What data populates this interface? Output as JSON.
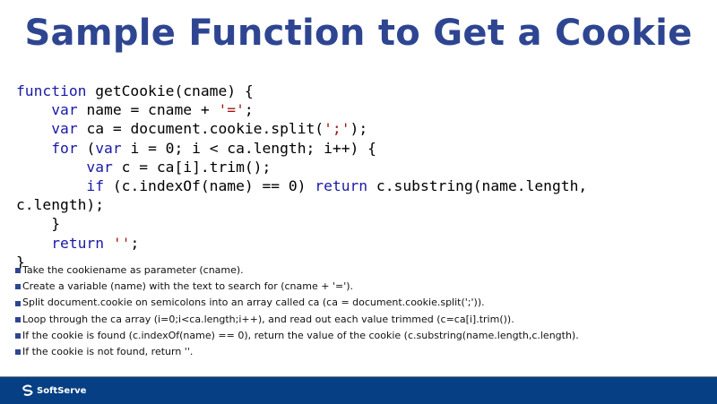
{
  "slide": {
    "title": "Sample Function to Get a Cookie"
  },
  "code": {
    "lines": [
      [
        {
          "t": "function",
          "c": "kw"
        },
        {
          "t": " getCookie(cname) {",
          "c": ""
        }
      ],
      [
        {
          "t": "    ",
          "c": ""
        },
        {
          "t": "var",
          "c": "kw"
        },
        {
          "t": " name = cname + ",
          "c": ""
        },
        {
          "t": "'='",
          "c": "str"
        },
        {
          "t": ";",
          "c": ""
        }
      ],
      [
        {
          "t": "    ",
          "c": ""
        },
        {
          "t": "var",
          "c": "kw"
        },
        {
          "t": " ca = document.cookie.split(",
          "c": ""
        },
        {
          "t": "';'",
          "c": "str"
        },
        {
          "t": ");",
          "c": ""
        }
      ],
      [
        {
          "t": "    ",
          "c": ""
        },
        {
          "t": "for",
          "c": "kw"
        },
        {
          "t": " (",
          "c": ""
        },
        {
          "t": "var",
          "c": "kw"
        },
        {
          "t": " i = 0; i < ca.length; i++) {",
          "c": ""
        }
      ],
      [
        {
          "t": "        ",
          "c": ""
        },
        {
          "t": "var",
          "c": "kw"
        },
        {
          "t": " c = ca[i].trim();",
          "c": ""
        }
      ],
      [
        {
          "t": "        ",
          "c": ""
        },
        {
          "t": "if",
          "c": "kw"
        },
        {
          "t": " (c.indexOf(name) == 0) ",
          "c": ""
        },
        {
          "t": "return",
          "c": "kw"
        },
        {
          "t": " c.substring(name.length,",
          "c": ""
        }
      ],
      [
        {
          "t": "c.length);",
          "c": ""
        }
      ],
      [
        {
          "t": "    }",
          "c": ""
        }
      ],
      [
        {
          "t": "    ",
          "c": ""
        },
        {
          "t": "return",
          "c": "kw"
        },
        {
          "t": " ",
          "c": ""
        },
        {
          "t": "''",
          "c": "str"
        },
        {
          "t": ";",
          "c": ""
        }
      ],
      [
        {
          "t": "}",
          "c": ""
        }
      ]
    ]
  },
  "bullets": [
    "Take the cookiename as parameter (cname).",
    "Create a variable (name) with the text to search for (cname + '=').",
    "Split document.cookie on semicolons into an array called ca (ca = document.cookie.split(';')).",
    "Loop through the ca array (i=0;i<ca.length;i++), and read out each value trimmed (c=ca[i].trim()).",
    "If the cookie is found (c.indexOf(name) == 0), return the value of the cookie (c.substring(name.length,c.length).",
    "If the cookie is not found, return ''."
  ],
  "footer": {
    "brand": "SoftServe",
    "logo_icon": "softserve-s-logo-icon"
  },
  "colors": {
    "title": "#2e4591",
    "keyword": "#1a1aa6",
    "string": "#a31515",
    "footer": "#063f83"
  }
}
